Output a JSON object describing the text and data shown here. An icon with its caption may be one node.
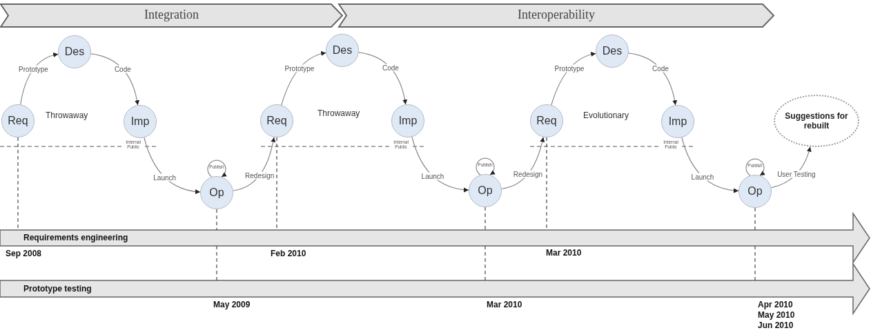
{
  "diagram": {
    "nodes": [
      {
        "text": [
          "Integration"
        ]
      },
      {
        "text": [
          "Interoperability"
        ]
      },
      {
        "text": [
          "Req"
        ]
      },
      {
        "text": [
          "Des"
        ]
      },
      {
        "text": [
          "Imp"
        ]
      },
      {
        "text": [
          "Op"
        ]
      },
      {
        "text": [
          "Req"
        ]
      },
      {
        "text": [
          "Des"
        ]
      },
      {
        "text": [
          "Imp"
        ]
      },
      {
        "text": [
          "Op"
        ]
      },
      {
        "text": [
          "Req"
        ]
      },
      {
        "text": [
          "Des"
        ]
      },
      {
        "text": [
          "Imp"
        ]
      },
      {
        "text": [
          "Op"
        ]
      },
      {
        "text": [
          "Suggestions for rebuilt"
        ]
      },
      {
        "text": [
          "Requirements engineering"
        ]
      },
      {
        "text": [
          "Prototype testing"
        ]
      }
    ],
    "edges": [
      {
        "from": 2,
        "to": 3,
        "arrow": "to",
        "label": "Prototype"
      },
      {
        "from": 3,
        "to": 4,
        "arrow": "to",
        "label": "Code"
      },
      {
        "from": 4,
        "to": 5,
        "arrow": "to",
        "label": "Launch"
      },
      {
        "from": 5,
        "to": 5,
        "arrow": "to",
        "label": "Publish"
      },
      {
        "from": 5,
        "to": 6,
        "arrow": "to",
        "label": "Redesign"
      },
      {
        "from": 6,
        "to": 7,
        "arrow": "to",
        "label": "Prototype"
      },
      {
        "from": 7,
        "to": 8,
        "arrow": "to",
        "label": "Code"
      },
      {
        "from": 8,
        "to": 9,
        "arrow": "to",
        "label": "Launch"
      },
      {
        "from": 9,
        "to": 9,
        "arrow": "to",
        "label": "Publish"
      },
      {
        "from": 9,
        "to": 10,
        "arrow": "to",
        "label": "Redesign"
      },
      {
        "from": 10,
        "to": 11,
        "arrow": "to",
        "label": "Prototype"
      },
      {
        "from": 11,
        "to": 12,
        "arrow": "to",
        "label": "Code"
      },
      {
        "from": 12,
        "to": 13,
        "arrow": "to",
        "label": "Launch"
      },
      {
        "from": 13,
        "to": 13,
        "arrow": "to",
        "label": "Publish"
      },
      {
        "from": 13,
        "to": 14,
        "arrow": "to",
        "label": "User Testing"
      },
      {
        "from": 2,
        "to": 15,
        "arrow": "none",
        "style": "dashed",
        "color": "#444444"
      },
      {
        "from": 6,
        "to": 15,
        "arrow": "none",
        "style": "dashed",
        "color": "#444444"
      },
      {
        "from": 10,
        "to": 15,
        "arrow": "none",
        "style": "dashed",
        "color": "#444444"
      },
      {
        "from": 5,
        "to": 15,
        "arrow": "none",
        "style": "dashed",
        "color": "#444444"
      },
      {
        "from": 9,
        "to": 15,
        "arrow": "none",
        "style": "dashed",
        "color": "#444444"
      },
      {
        "from": 13,
        "to": 15,
        "arrow": "none",
        "style": "dashed",
        "color": "#444444"
      },
      {
        "from": 15,
        "to": 16,
        "arrow": "none",
        "style": "dashed",
        "color": "#444444"
      },
      {
        "from": 15,
        "to": 16,
        "arrow": "none",
        "style": "dashed",
        "color": "#444444"
      },
      {
        "from": 15,
        "to": 16,
        "arrow": "none",
        "style": "dashed",
        "color": "#444444"
      }
    ],
    "labels": [
      "Throwaway",
      "Internal Public",
      "Throwaway",
      "Internal Public",
      "Evolutionary",
      "Internal Public",
      "Sep 2008",
      "Feb 2010",
      "Mar 2010",
      "May 2009",
      "Mar 2010",
      "Apr 2010",
      "May 2010",
      "Jun 2010"
    ]
  }
}
